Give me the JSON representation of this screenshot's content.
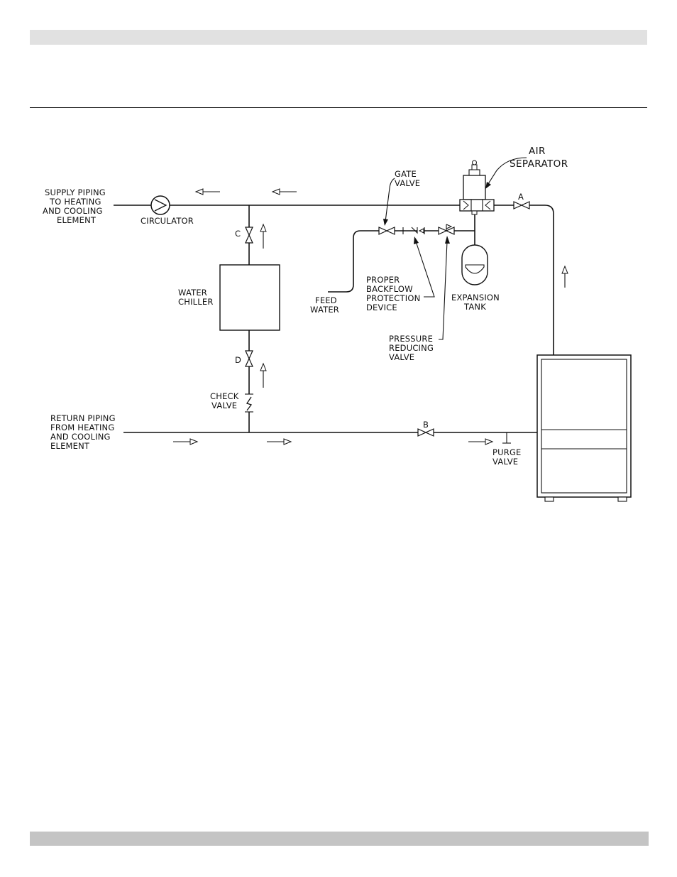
{
  "labels": {
    "supply": [
      "SUPPLY PIPING",
      "TO HEATING",
      "AND COOLING",
      "ELEMENT"
    ],
    "circulator": "CIRCULATOR",
    "gate_valve": [
      "GATE",
      "VALVE"
    ],
    "air_separator": [
      "AIR",
      "SEPARATOR"
    ],
    "valve_a": "A",
    "valve_b": "B",
    "valve_c": "C",
    "valve_d": "D",
    "water_chiller": [
      "WATER",
      "CHILLER"
    ],
    "feed_water": [
      "FEED",
      "WATER"
    ],
    "backflow": [
      "PROPER",
      "BACKFLOW",
      "PROTECTION",
      "DEVICE"
    ],
    "expansion_tank": [
      "EXPANSION",
      "TANK"
    ],
    "pressure_reducing": [
      "PRESSURE",
      "REDUCING",
      "VALVE"
    ],
    "check_valve": [
      "CHECK",
      "VALVE"
    ],
    "return": [
      "RETURN PIPING",
      "FROM HEATING",
      "AND COOLING",
      "ELEMENT"
    ],
    "purge_valve": [
      "PURGE",
      "VALVE"
    ]
  }
}
